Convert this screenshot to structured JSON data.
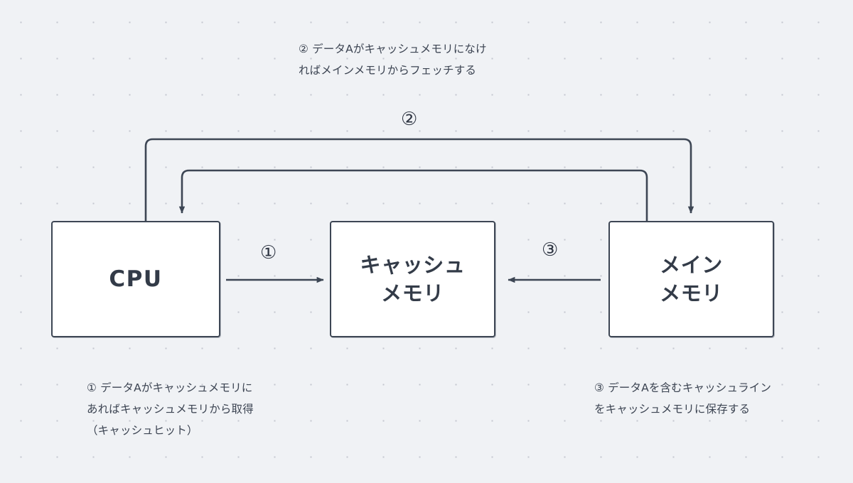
{
  "diagram": {
    "title": "CPU cache memory access flow",
    "background_color": "#f0f2f5",
    "stroke_color": "#3d4654",
    "text_color": "#333b48"
  },
  "nodes": [
    {
      "id": "cpu",
      "label": "CPU"
    },
    {
      "id": "cache",
      "label": "キャッシュ\nメモリ"
    },
    {
      "id": "main",
      "label": "メイン\nメモリ"
    }
  ],
  "steps": [
    {
      "marker": "①",
      "from": "cpu",
      "to": "cache"
    },
    {
      "marker": "②",
      "from": "cpu",
      "to": "main"
    },
    {
      "marker": "③",
      "from": "main",
      "to": "cache"
    }
  ],
  "notes": {
    "top": "② データAがキャッシュメモリになけ\nればメインメモリからフェッチする",
    "left": "① データAがキャッシュメモリに\nあればキャッシュメモリから取得\n（キャッシュヒット）",
    "right": "③ データAを含むキャッシュライン\nをキャッシュメモリに保存する"
  }
}
